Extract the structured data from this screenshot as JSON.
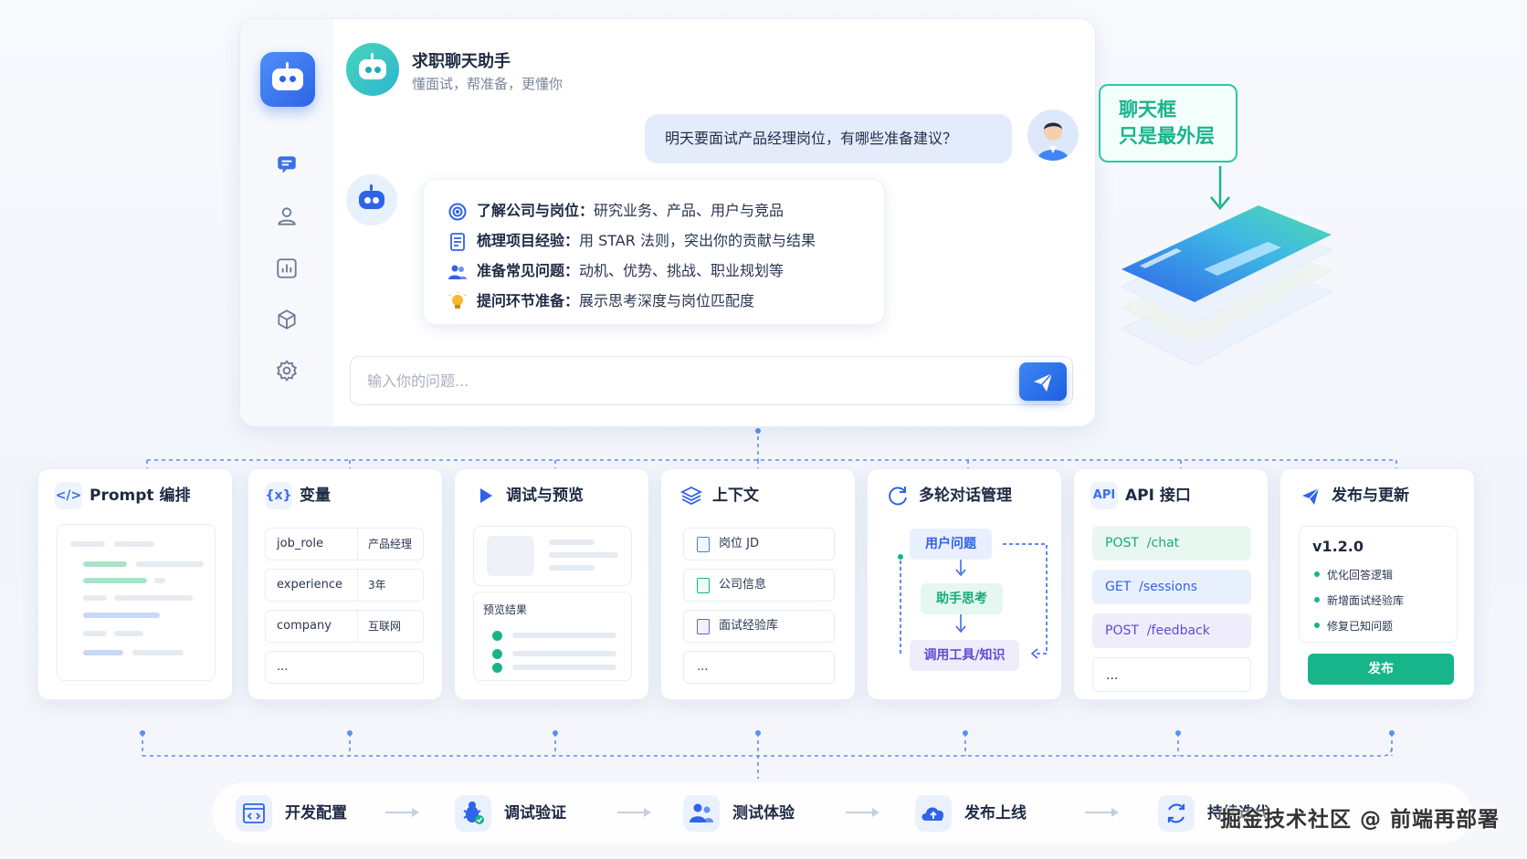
{
  "chat": {
    "title": "求职聊天助手",
    "subtitle": "懂面试，帮准备，更懂你",
    "user_message": "明天要面试产品经理岗位，有哪些准备建议？",
    "tips": [
      {
        "label": "了解公司与岗位：",
        "text": "研究业务、产品、用户与竞品",
        "icon": "target-icon"
      },
      {
        "label": "梳理项目经验：",
        "text": "用 STAR 法则，突出你的贡献与结果",
        "icon": "document-icon"
      },
      {
        "label": "准备常见问题：",
        "text": "动机、优势、挑战、职业规划等",
        "icon": "users-icon"
      },
      {
        "label": "提问环节准备：",
        "text": "展示思考深度与岗位匹配度",
        "icon": "lightbulb-icon"
      }
    ],
    "input_placeholder": "输入你的问题..."
  },
  "callout": {
    "line1": "聊天框",
    "line2": "只是最外层"
  },
  "modules": {
    "prompt": {
      "title": "Prompt 编排",
      "icon_text": "</>"
    },
    "variables": {
      "title": "变量",
      "icon_text": "{x}",
      "rows": [
        {
          "key": "job_role",
          "value": "产品经理"
        },
        {
          "key": "experience",
          "value": "3年"
        },
        {
          "key": "company",
          "value": "互联网"
        },
        {
          "key": "...",
          "value": ""
        }
      ]
    },
    "debug": {
      "title": "调试与预览",
      "preview_label": "预览结果"
    },
    "context": {
      "title": "上下文",
      "items": [
        "岗位 JD",
        "公司信息",
        "面试经验库",
        "..."
      ]
    },
    "multiturn": {
      "title": "多轮对话管理",
      "steps": [
        "用户问题",
        "助手思考",
        "调用工具/知识"
      ]
    },
    "api": {
      "title": "API 接口",
      "icon_text": "API",
      "endpoints": [
        {
          "method": "POST",
          "path": "/chat",
          "color": "#17a97e"
        },
        {
          "method": "GET",
          "path": "/sessions",
          "color": "#2f63e8"
        },
        {
          "method": "POST",
          "path": "/feedback",
          "color": "#5b4fcf"
        },
        {
          "method": "...",
          "path": "",
          "color": "#2a3550"
        }
      ]
    },
    "release": {
      "title": "发布与更新",
      "version": "v1.2.0",
      "notes": [
        "优化回答逻辑",
        "新增面试经验库",
        "修复已知问题"
      ],
      "button": "发布"
    }
  },
  "pipeline": [
    "开发配置",
    "调试验证",
    "测试体验",
    "发布上线",
    "持续迭代"
  ],
  "watermark": "掘金技术社区 @ 前端再部署",
  "colors": {
    "accent": "#2f63e8",
    "green": "#17b58a"
  }
}
